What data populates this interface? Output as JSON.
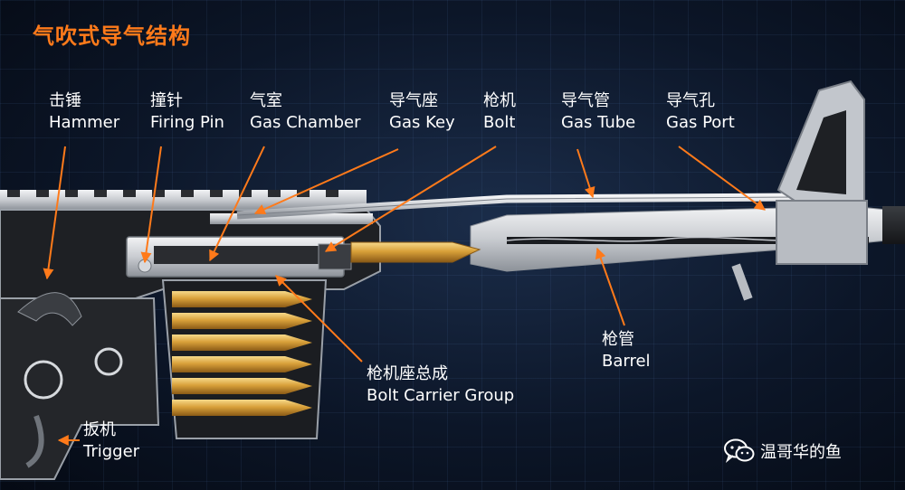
{
  "title": "气吹式导气结构",
  "labels": {
    "hammer": {
      "zh": "击锤",
      "en": "Hammer"
    },
    "firing_pin": {
      "zh": "撞针",
      "en": "Firing Pin"
    },
    "gas_chamber": {
      "zh": "气室",
      "en": "Gas Chamber"
    },
    "gas_key": {
      "zh": "导气座",
      "en": "Gas Key"
    },
    "bolt": {
      "zh": "枪机",
      "en": "Bolt"
    },
    "gas_tube": {
      "zh": "导气管",
      "en": "Gas Tube"
    },
    "gas_port": {
      "zh": "导气孔",
      "en": "Gas Port"
    },
    "barrel": {
      "zh": "枪管",
      "en": "Barrel"
    },
    "bcg": {
      "zh": "枪机座总成",
      "en": "Bolt Carrier Group"
    },
    "trigger": {
      "zh": "扳机",
      "en": "Trigger"
    }
  },
  "watermark": "温哥华的鱼",
  "colors": {
    "title": "#ff7a1a",
    "leader": "#ff7a1a",
    "metal": "#d6d9dd",
    "brass": "#d9a13a"
  },
  "icons": [
    "wechat-icon"
  ]
}
